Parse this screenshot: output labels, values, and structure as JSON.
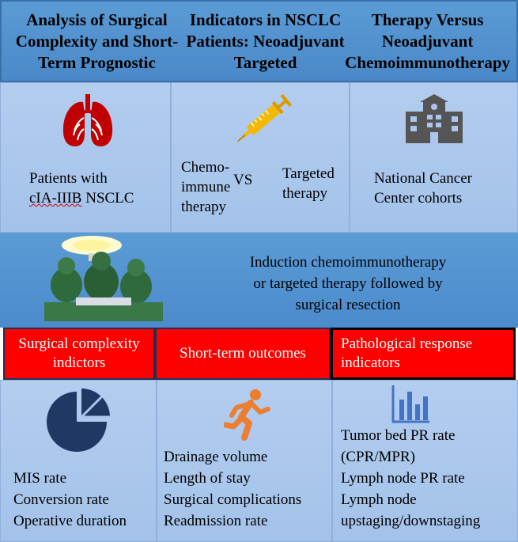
{
  "title": {
    "line1": "Analysis of Surgical Complexity and Short-Term Prognostic",
    "line2": "Indicators in NSCLC Patients: Neoadjuvant Targeted",
    "line3": "Therapy Versus Neoadjuvant Chemoimmunotherapy"
  },
  "patients": {
    "line1": "Patients with",
    "line2_part1": "cIA-IIIB",
    "line2_part2": " NSCLC",
    "icon": "lungs-icon"
  },
  "therapies": {
    "left_line1": "Chemo-",
    "left_line2": "immune",
    "left_line3": "therapy",
    "vs": "VS",
    "right_line1": "Targeted",
    "right_line2": "therapy",
    "icon": "syringe-icon"
  },
  "cohorts": {
    "line1": "National Cancer",
    "line2": "Center cohorts",
    "icon": "hospital-icon"
  },
  "induction": {
    "line1": "Induction chemoimmunotherapy",
    "line2": "or  targeted therapy  followed by",
    "line3": "surgical resection",
    "image": "surgery-team-image"
  },
  "categories": {
    "surgical": {
      "line1": "Surgical complexity",
      "line2": "indictors"
    },
    "short_term": {
      "label": "Short-term outcomes"
    },
    "pathological": {
      "line1": "Pathological response",
      "line2": "indicators"
    }
  },
  "surgical_items": [
    "MIS rate",
    "Conversion  rate",
    "Operative duration"
  ],
  "short_term_items": [
    "Drainage volume",
    "Length of stay",
    "Surgical complications",
    "Readmission rate"
  ],
  "pathological_items": [
    "Tumor bed PR rate",
    "(CPR/MPR)",
    "Lymph node PR rate",
    "Lymph node",
    "upstaging/downstaging"
  ],
  "colors": {
    "header_blue": "#5b9bd5",
    "panel_blue": "#aac6ec",
    "category_red": "#ff0000",
    "lung_red": "#c00000",
    "pie_navy": "#1f3864",
    "runner_orange": "#ed7d31",
    "chart_blue": "#4472c4",
    "syringe_yellow": "#f5b800"
  }
}
